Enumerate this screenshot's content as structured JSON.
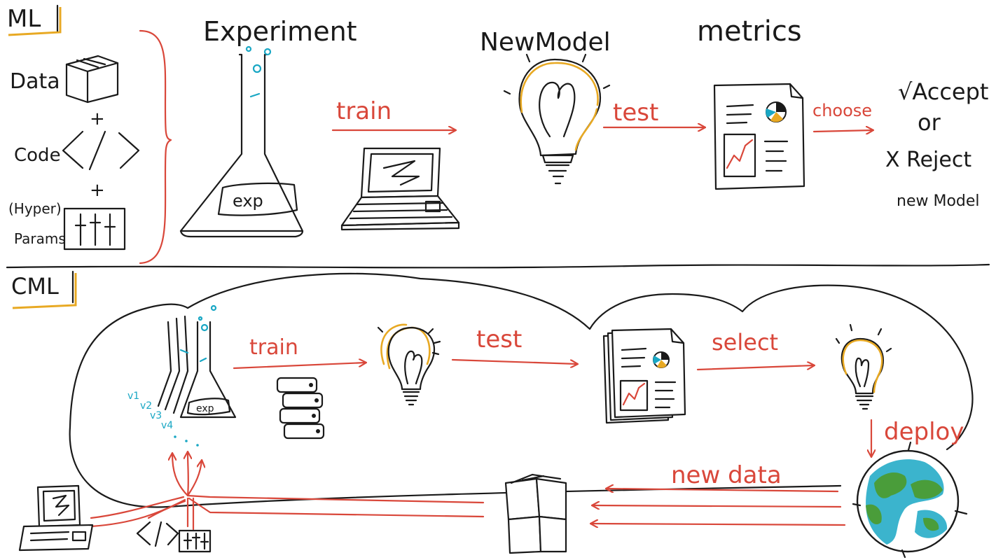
{
  "ml": {
    "badge": "ML",
    "inputs": {
      "data": "Data",
      "plus1": "+",
      "code": "Code",
      "plus2": "+",
      "hyper": "(Hyper)",
      "params": "Params"
    },
    "experiment_title": "Experiment",
    "flask_label": "exp",
    "train_label": "train",
    "new_model_title": "NewModel",
    "test_label": "test",
    "metrics_title": "metrics",
    "choose_label": "choose",
    "accept": "√Accept",
    "or": "or",
    "reject": "X Reject",
    "new_model_footer": "new Model"
  },
  "cml": {
    "badge": "CML",
    "flask_label": "exp",
    "versions": [
      "v1",
      "v2",
      "v3",
      "v4"
    ],
    "train_label": "train",
    "test_label": "test",
    "select_label": "select",
    "deploy_label": "deploy",
    "new_data_label": "new data"
  },
  "colors": {
    "ink": "#1a1a1a",
    "arrow_red": "#d9473a",
    "gold": "#e8a923",
    "cyan": "#19a7c4",
    "earth_blue": "#19a7c4",
    "earth_green": "#4c9a2a"
  }
}
